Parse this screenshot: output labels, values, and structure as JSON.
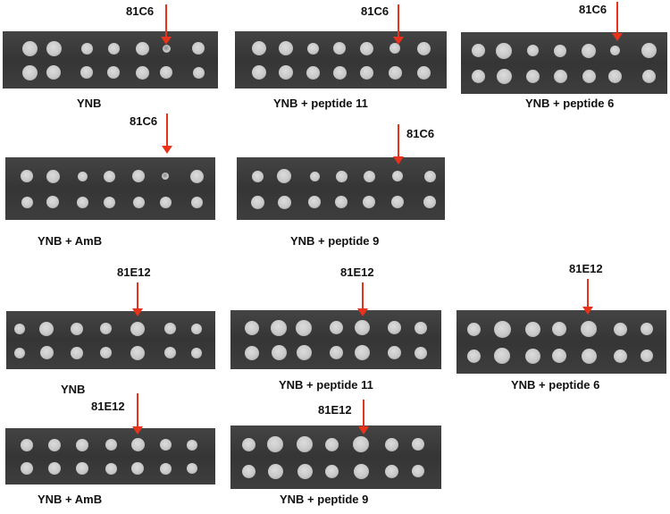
{
  "panels": [
    {
      "id": "p1",
      "caption": "YNB",
      "strain": "81C6"
    },
    {
      "id": "p2",
      "caption": "YNB + peptide 11",
      "strain": "81C6"
    },
    {
      "id": "p3",
      "caption": "YNB + peptide 6",
      "strain": "81C6"
    },
    {
      "id": "p4",
      "caption": "YNB + AmB",
      "strain": "81C6"
    },
    {
      "id": "p5",
      "caption": "YNB + peptide 9",
      "strain": "81C6"
    },
    {
      "id": "p6",
      "caption": "YNB",
      "strain": "81E12"
    },
    {
      "id": "p7",
      "caption": "YNB + peptide 11",
      "strain": "81E12"
    },
    {
      "id": "p8",
      "caption": "YNB + peptide 6",
      "strain": "81E12"
    },
    {
      "id": "p9",
      "caption": "YNB + AmB",
      "strain": "81E12"
    },
    {
      "id": "p10",
      "caption": "YNB + peptide 9",
      "strain": "81E12"
    }
  ],
  "colors": {
    "arrow": "#e8321c",
    "plate": "#3b3b3b",
    "colony": "#d6d6d6"
  }
}
